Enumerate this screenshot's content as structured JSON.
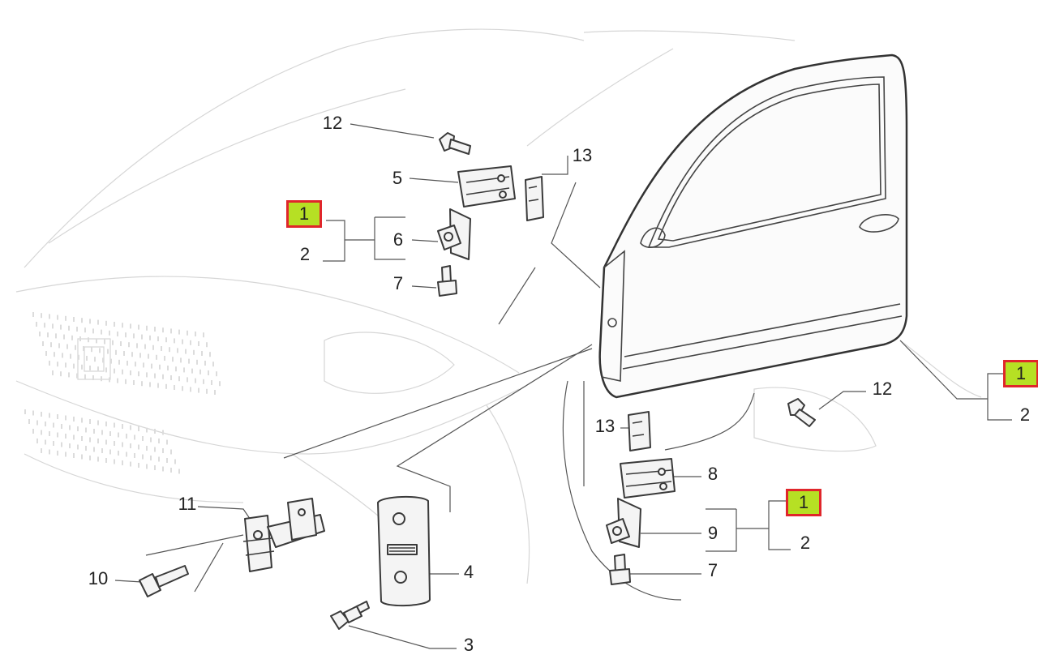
{
  "callouts": {
    "c12_top": "12",
    "c13_top": "13",
    "c5": "5",
    "c1_top": "1",
    "c6": "6",
    "c2_top": "2",
    "c7_top": "7",
    "c1_right": "1",
    "c2_right": "2",
    "c12_right": "12",
    "c13_low": "13",
    "c8": "8",
    "c1_low": "1",
    "c9": "9",
    "c2_low": "2",
    "c7_low": "7",
    "c11": "11",
    "c10": "10",
    "c4": "4",
    "c3": "3"
  },
  "colors": {
    "highlight_fill": "#b6e024",
    "highlight_border": "#e0262b"
  }
}
